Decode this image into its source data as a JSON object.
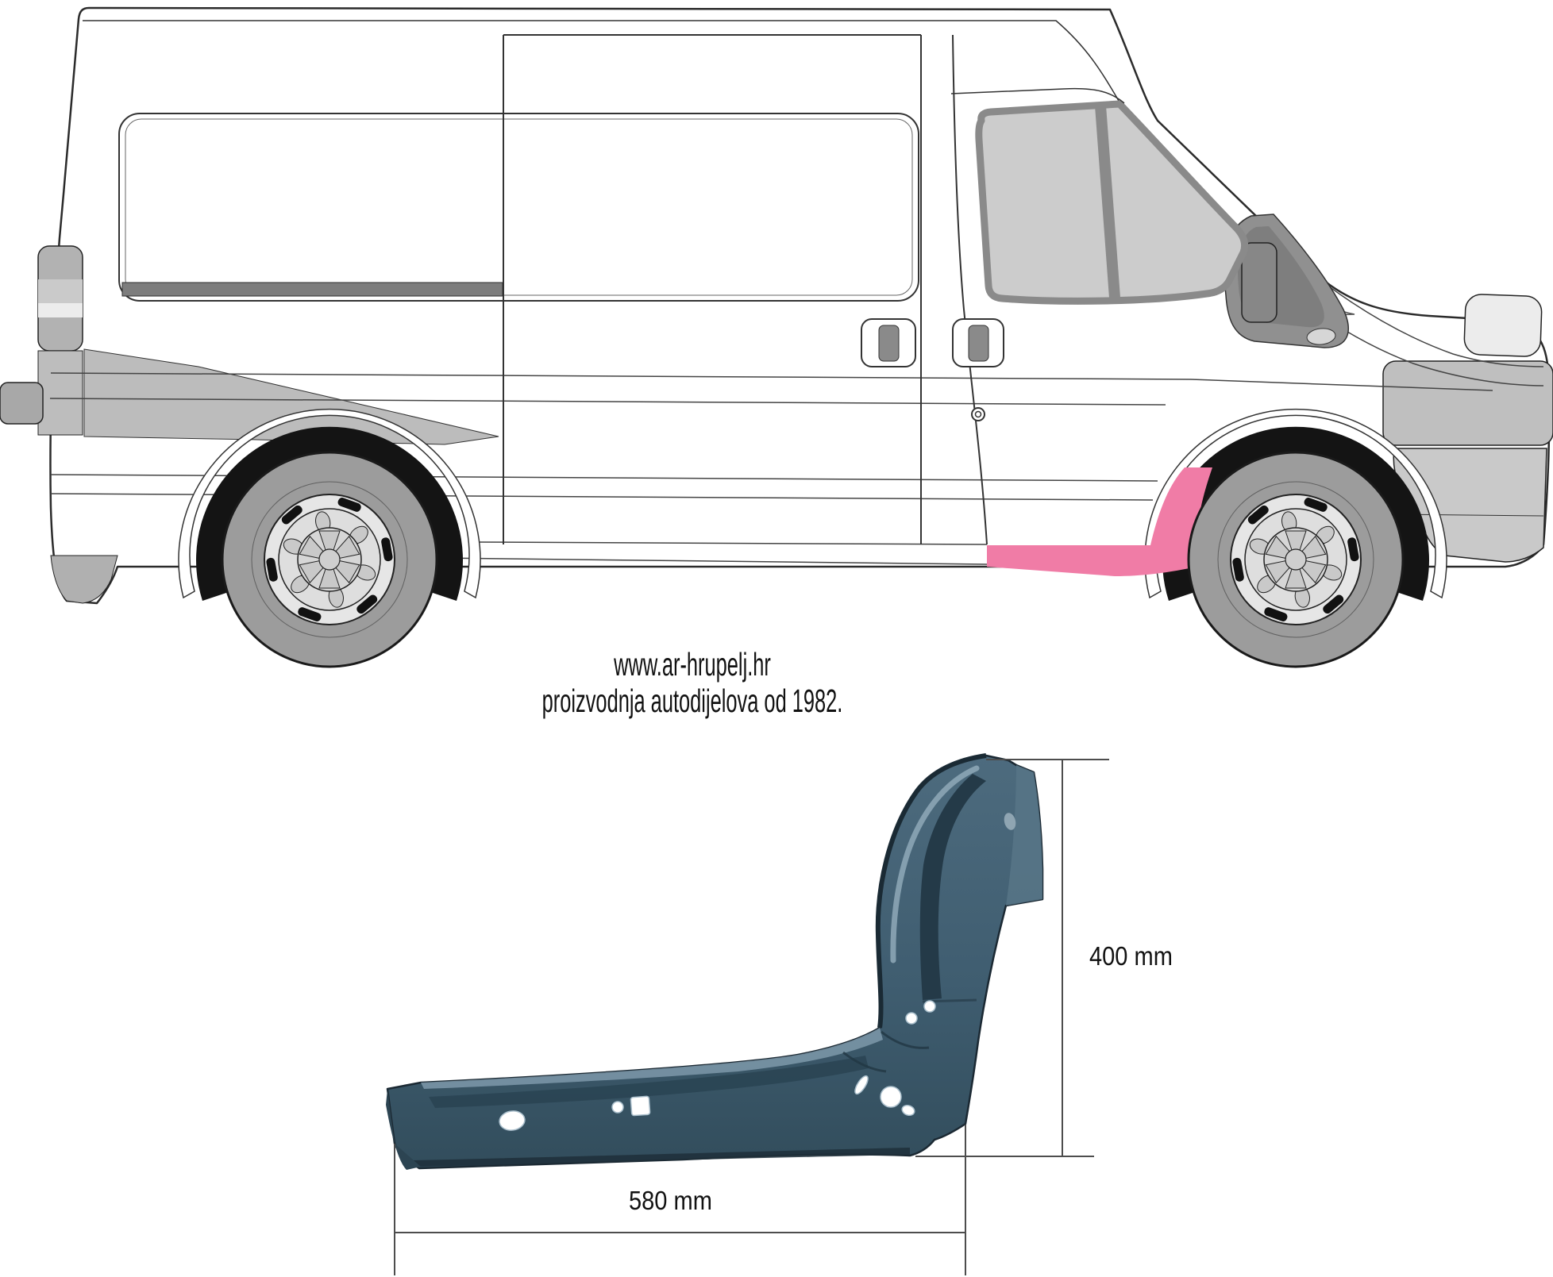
{
  "page": {
    "background_color": "#ffffff"
  },
  "vehicle_diagram": {
    "type": "van-side-view-line-drawing",
    "highlight_color": "#F07CA6",
    "highlighted_part": "front door sill / rocker panel section"
  },
  "branding": {
    "website": "www.ar-hrupelj.hr",
    "tagline": "proizvodnja autodijelova od 1982."
  },
  "part_figure": {
    "description": "A-pillar and sill repair panel, dark blue steel",
    "metal_color": "#3F5D70",
    "height_dimension": "400 mm",
    "width_dimension": "580 mm"
  }
}
